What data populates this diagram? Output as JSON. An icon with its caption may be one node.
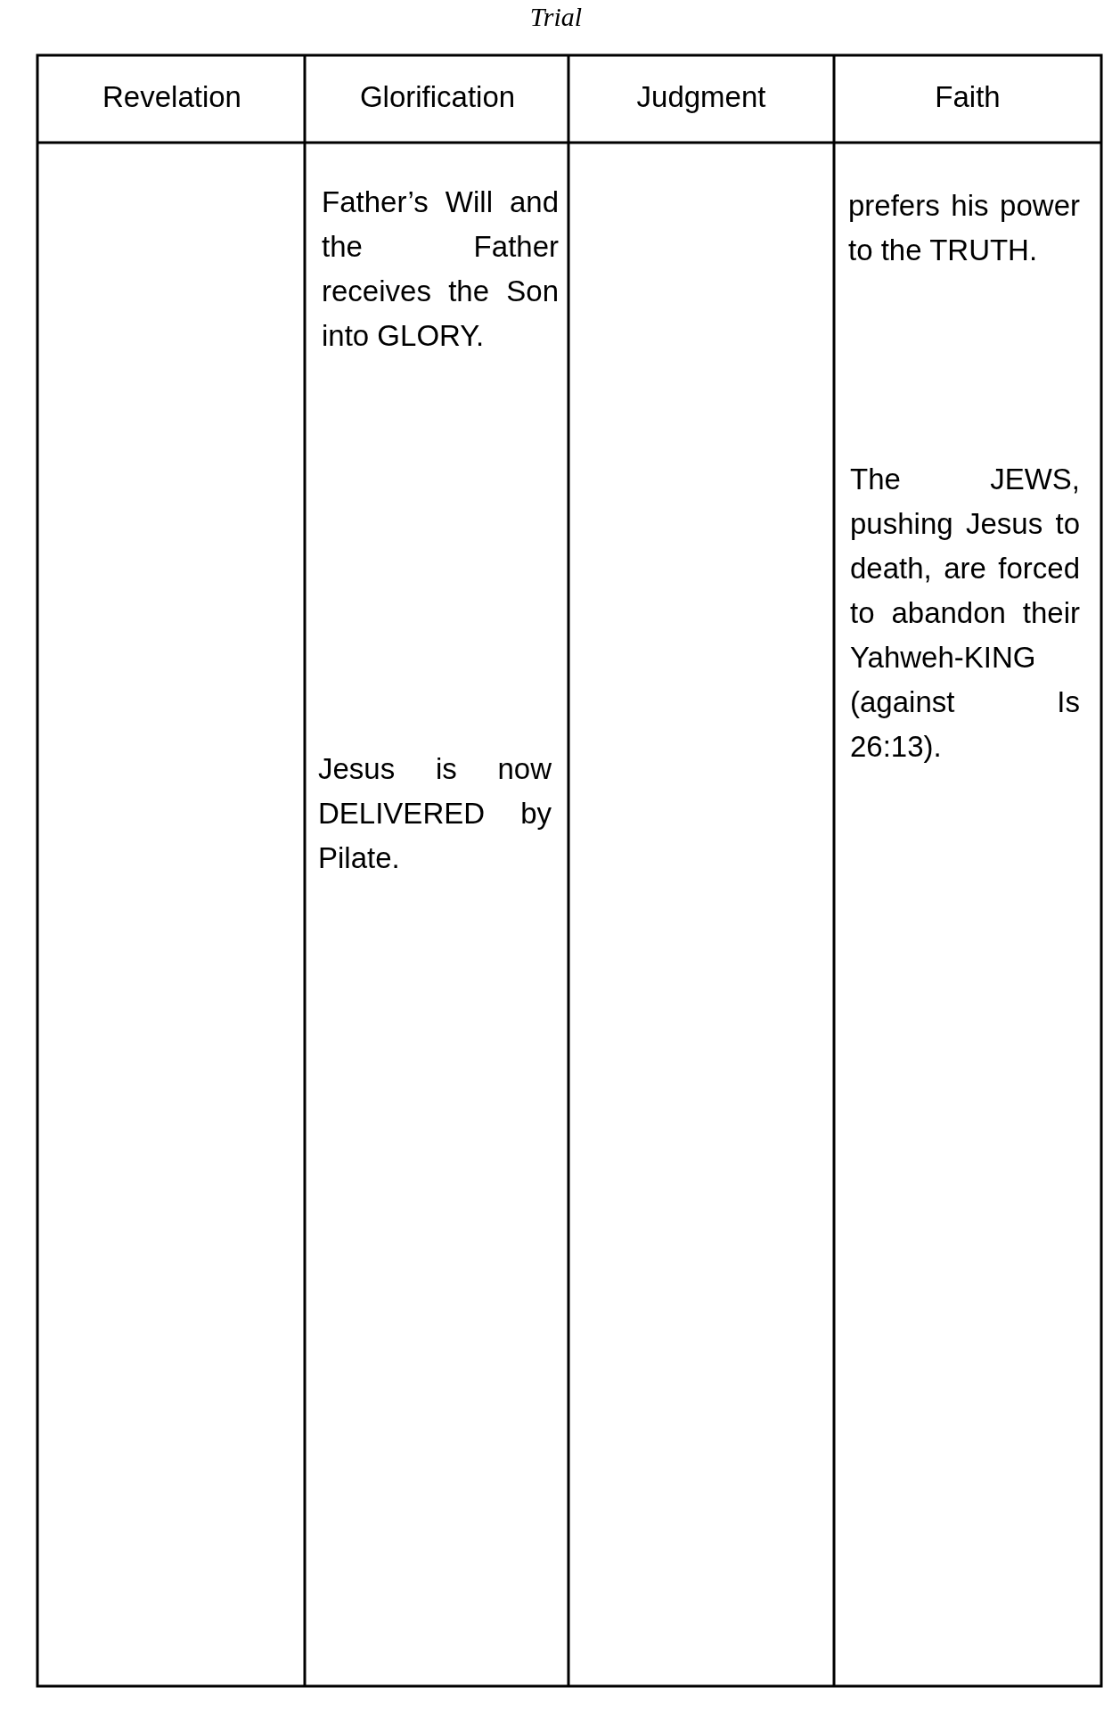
{
  "diagram": {
    "title": "Trial",
    "labels": [
      "Revelation",
      "Glorification",
      "Judgment",
      "Faith",
      "Father’s Will and the Father receives the Son into GLORY.",
      "prefers his power to the TRUTH.",
      "The JEWS, pushing Jesus to death, are forced to abandon their Yahweh-KING (against Is 26:13).",
      "Jesus is now DELIVERED by Pilate."
    ]
  }
}
